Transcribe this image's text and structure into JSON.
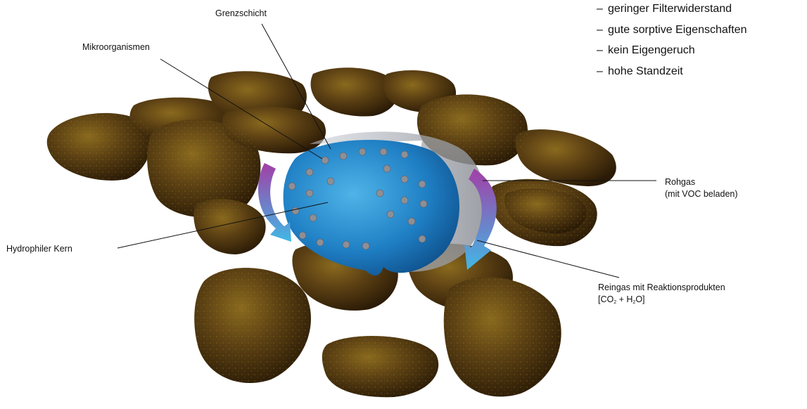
{
  "properties": [
    {
      "dash": "–",
      "text": "geringer Filterwiderstand"
    },
    {
      "dash": "–",
      "text": "gute sorptive Eigenschaften"
    },
    {
      "dash": "–",
      "text": "kein Eigengeruch"
    },
    {
      "dash": "–",
      "text": "hohe Standzeit"
    }
  ],
  "labels": {
    "grenzschicht": "Grenzschicht",
    "mikroorganismen": "Mikroorganismen",
    "hydrophiler_kern": "Hydrophiler Kern",
    "rohgas_line1": "Rohgas",
    "rohgas_line2": "(mit VOC beladen)",
    "reingas_line1": "Reingas mit Reaktionsprodukten",
    "reingas_open": "[CO",
    "reingas_sub1": "2",
    "reingas_mid": " + H",
    "reingas_sub2": "2",
    "reingas_close": "O]"
  },
  "colors": {
    "stone_base": "#5a3d12",
    "stone_highlight": "#8a6a1e",
    "core_blue": "#1f7fc4",
    "core_light": "#4fb4e8",
    "arrow_magenta": "#a23fa6",
    "arrow_cyan": "#41b8e6",
    "leader_line": "#111111"
  }
}
